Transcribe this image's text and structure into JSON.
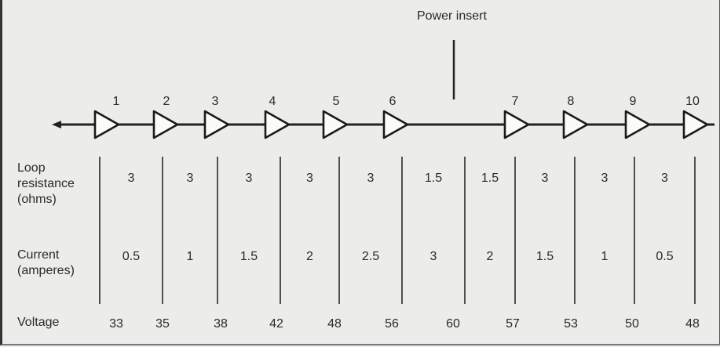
{
  "power_insert_label": "Power insert",
  "amplifiers": [
    "1",
    "2",
    "3",
    "4",
    "5",
    "6",
    "7",
    "8",
    "9",
    "10"
  ],
  "row_labels": {
    "loop_resistance": "Loop\nresistance\n(ohms)",
    "current": "Current\n(amperes)",
    "voltage": "Voltage"
  },
  "loop_resistance": [
    "3",
    "3",
    "3",
    "3",
    "3",
    "1.5",
    "1.5",
    "3",
    "3",
    "3"
  ],
  "current": [
    "0.5",
    "1",
    "1.5",
    "2",
    "2.5",
    "3",
    "2",
    "1.5",
    "1",
    "0.5"
  ],
  "voltage": [
    "33",
    "35",
    "38",
    "42",
    "48",
    "56",
    "60",
    "57",
    "53",
    "50",
    "48"
  ]
}
